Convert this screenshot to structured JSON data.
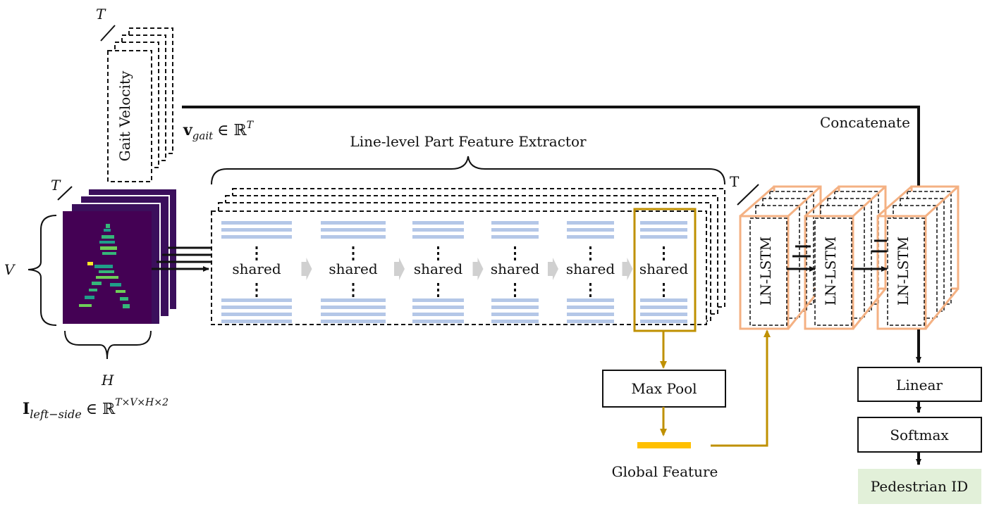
{
  "gait_velocity": {
    "frame_label": "Gait Velocity",
    "T_symbol": "T",
    "vector_bold": "v",
    "vector_sub": "gait",
    "vector_rest": "∈ ℝ",
    "vector_sup": "T"
  },
  "input": {
    "T_symbol": "T",
    "V_symbol": "V",
    "H_symbol": "H",
    "formula_bold": "I",
    "formula_sub": "left−side",
    "formula_rest": "∈ ℝ",
    "formula_sup": "T×V×H×2"
  },
  "extractor": {
    "title": "Line-level Part Feature Extractor",
    "T_symbol": "T",
    "shared_labels": [
      "shared",
      "shared",
      "shared",
      "shared",
      "shared",
      "shared"
    ]
  },
  "lstm": {
    "cells": [
      "LN-LSTM",
      "LN-LSTM",
      "LN-LSTM"
    ]
  },
  "concatenate_label": "Concatenate",
  "max_pool_label": "Max Pool",
  "global_feature_label": "Global Feature",
  "linear_label": "Linear",
  "softmax_label": "Softmax",
  "output_label": "Pedestrian ID",
  "colors": {
    "stripe": "#b4c7e7",
    "gold": "#bf9000",
    "global_bar": "#ffc000",
    "lstm_border": "#f4b183",
    "output_bg": "#e2f0d9",
    "gait_bg": "#3b0f5c",
    "gait_silhouette": "#35b779"
  }
}
